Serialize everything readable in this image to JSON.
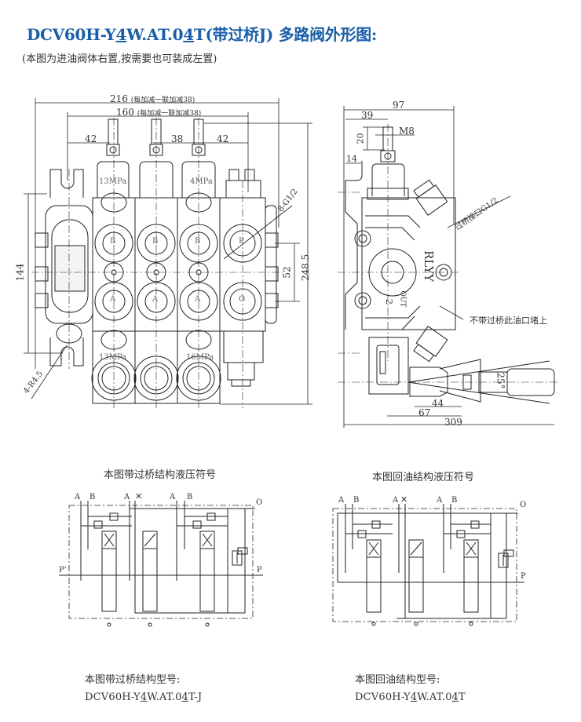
{
  "title": {
    "prefix": "DCV60H-Y",
    "u1": "4",
    "mid": "W.AT.0",
    "u2": "4",
    "suffix": "T(带过桥J) 多路阀外形图:"
  },
  "subtitle": "(本图为进油阀体右置,按需要也可装成左置)",
  "front_view": {
    "dim_overall": "216",
    "dim_overall_note": "(每加减一联加减38)",
    "dim_inner": "160",
    "dim_inner_note": "(每加减一联加减38)",
    "dim_left_pitch": "42",
    "dim_mid_pitch": "38",
    "dim_right_pitch": "42",
    "dim_height": "144",
    "dim_port_spacing": "52",
    "dim_total_height": "248.5",
    "port_thread": "8-G1/2",
    "mount_holes": "4-R4.5",
    "relief_top": [
      "13MPa",
      "4MPa"
    ],
    "relief_bottom": [
      "13MPa",
      "16MPa"
    ],
    "port_labels": [
      "B",
      "B",
      "B",
      "P",
      "A",
      "A",
      "A",
      "O"
    ]
  },
  "side_view": {
    "dim_width": "97",
    "dim_stem": "39",
    "dim_thread_len": "20",
    "thread": "M8",
    "dim_offset": "14",
    "bridge_port": "过桥接口G1/2",
    "brand": "RLYY",
    "out_label": "OUT",
    "out_number": "2",
    "plug_note": "不带过桥此油口堵上",
    "angle": "25°",
    "dim_44": "44",
    "dim_67": "67",
    "dim_309": "309"
  },
  "schematic_left": {
    "heading": "本图带过桥结构液压符号",
    "port_labels": [
      "A",
      "B",
      "A",
      "A",
      "B",
      "O",
      "P'",
      "P"
    ],
    "model_label": "本图带过桥结构型号:",
    "model": {
      "prefix": "DCV60H-Y",
      "u1": "4",
      "mid": "W.AT.0",
      "u2": "4",
      "suffix": "T-J"
    }
  },
  "schematic_right": {
    "heading": "本图回油结构液压符号",
    "port_labels": [
      "A",
      "B",
      "A",
      "A",
      "B",
      "O",
      "P"
    ],
    "model_label": "本图回油结构型号:",
    "model": {
      "prefix": "DCV60H-Y",
      "u1": "4",
      "mid": "W.AT.0",
      "u2": "4",
      "suffix": "T"
    }
  },
  "colors": {
    "title": "#1a5fa8",
    "line": "#222222"
  }
}
